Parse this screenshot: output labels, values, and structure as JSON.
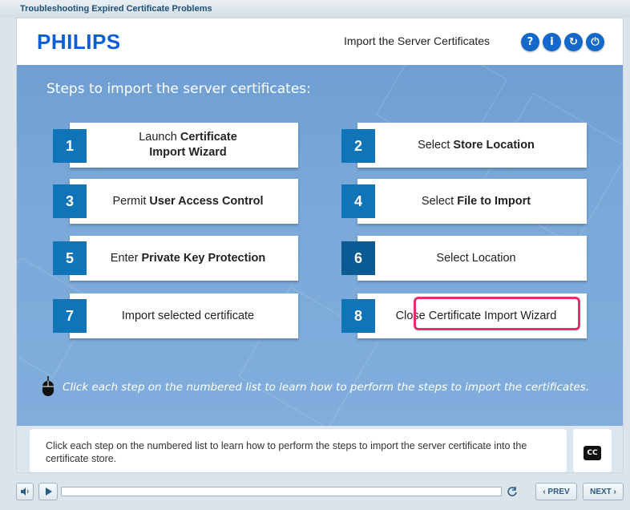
{
  "window": {
    "title": "Troubleshooting Expired Certificate Problems"
  },
  "header": {
    "logo": "PHILIPS",
    "title": "Import the Server Certificates",
    "buttons": [
      {
        "icon": "help-icon",
        "glyph": "?"
      },
      {
        "icon": "info-icon",
        "glyph": "i"
      },
      {
        "icon": "replay-icon",
        "glyph": "↻"
      },
      {
        "icon": "power-icon",
        "glyph": "⏻"
      }
    ]
  },
  "stage": {
    "title": "Steps to import the server certificates:",
    "steps": [
      {
        "num": "1",
        "pre": "Launch ",
        "bold": "Certificate Import Wizard",
        "post": ""
      },
      {
        "num": "2",
        "pre": "Select ",
        "bold": "Store Location",
        "post": ""
      },
      {
        "num": "3",
        "pre": "Permit ",
        "bold": "User Access Control",
        "post": ""
      },
      {
        "num": "4",
        "pre": "Select ",
        "bold": "File to Import",
        "post": ""
      },
      {
        "num": "5",
        "pre": "Enter ",
        "bold": "Private Key Protection",
        "post": ""
      },
      {
        "num": "6",
        "pre": "Select Location",
        "bold": "",
        "post": ""
      },
      {
        "num": "7",
        "pre": "Import selected certificate",
        "bold": "",
        "post": ""
      },
      {
        "num": "8",
        "pre": "Close Certificate Import Wizard",
        "bold": "",
        "post": ""
      }
    ],
    "instruction": "Click each step on the numbered list to learn how to perform the steps to import the certificates."
  },
  "caption": {
    "text": "Click each step on the numbered list to learn how to perform the steps to import the server certificate into the certificate store.",
    "cc_label": "CC"
  },
  "controls": {
    "prev_label": "‹ PREV",
    "next_label": "NEXT ›"
  },
  "colors": {
    "brand": "#0b5ed7",
    "step_number": "#0f74b8",
    "highlight": "#e3306b"
  }
}
